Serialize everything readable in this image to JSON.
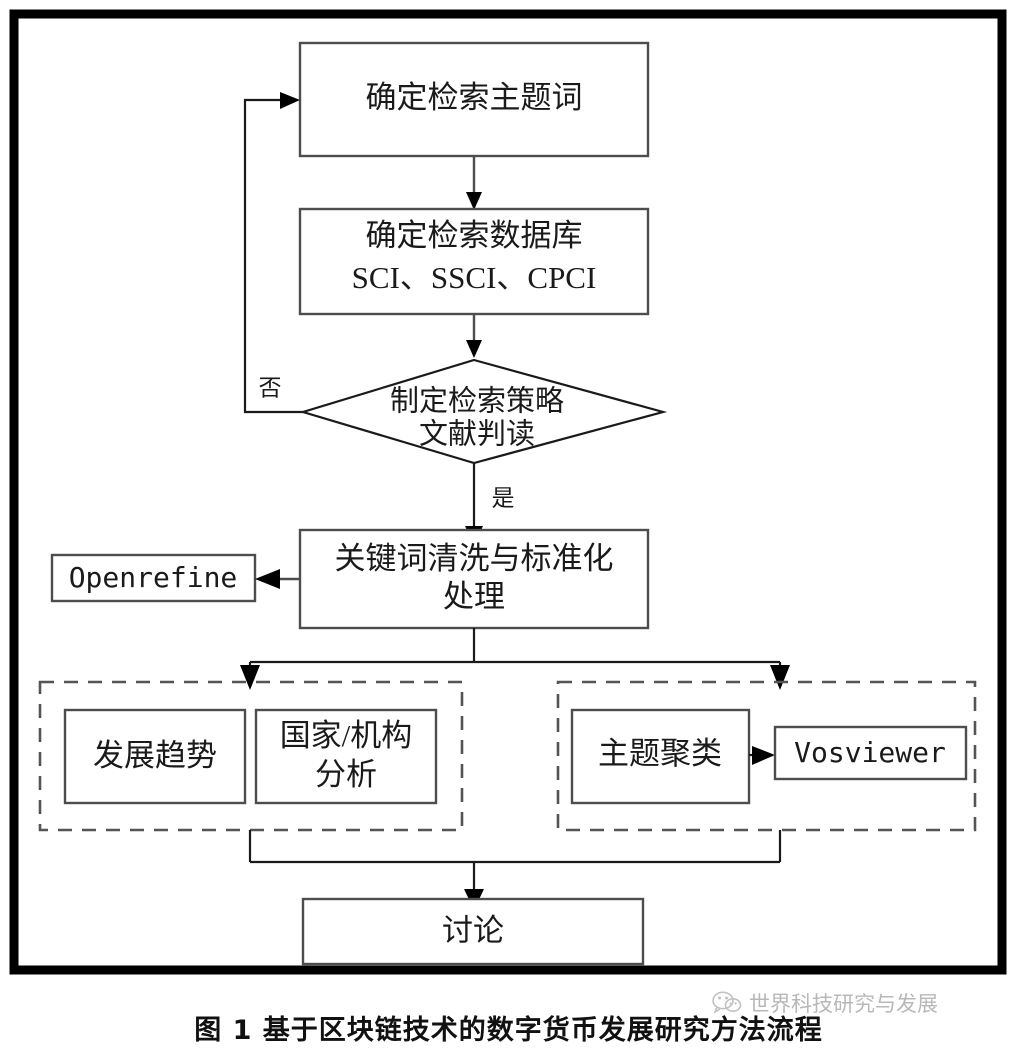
{
  "figure": {
    "caption": "图 1  基于区块链技术的数字货币发展研究方法流程",
    "watermark_text": "世界科技研究与发展",
    "watermark_icon": "wechat-icon",
    "frame_color": "#000000",
    "node_stroke_color": "#4d4d4d",
    "dashed_group_color": "#555555"
  },
  "nodes": {
    "search_terms": {
      "label": "确定检索主题词"
    },
    "databases": {
      "line1": "确定检索数据库",
      "line2": "SCI、SSCI、CPCI"
    },
    "decision": {
      "line1": "制定检索策略",
      "line2": "文献判读"
    },
    "cleaning": {
      "line1": "关键词清洗与标准化",
      "line2": "处理"
    },
    "openrefine": {
      "label": "Openrefine"
    },
    "trend": {
      "label": "发展趋势"
    },
    "country_org": {
      "line1": "国家/机构",
      "line2": "分析"
    },
    "topic_cluster": {
      "label": "主题聚类"
    },
    "vosviewer": {
      "label": "Vosviewer"
    },
    "discussion": {
      "label": "讨论"
    }
  },
  "edge_labels": {
    "decision_no": "否",
    "decision_yes": "是"
  }
}
